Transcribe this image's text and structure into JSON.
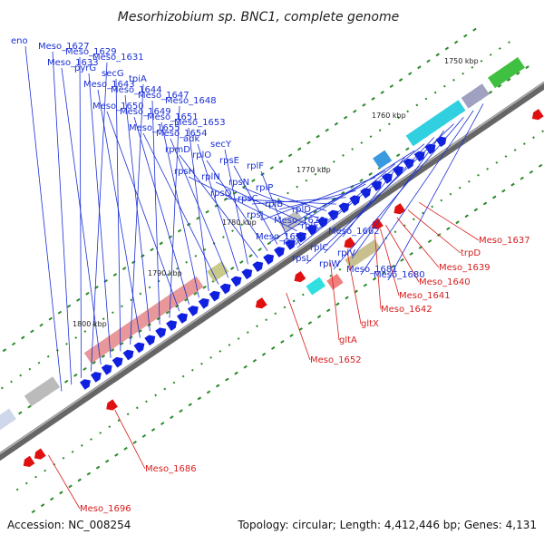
{
  "title": "Mesorhizobium sp. BNC1, complete genome",
  "footer": {
    "accession": "Accession: NC_008254",
    "topology": "Topology: circular; Length: 4,412,446 bp; Genes: 4,131"
  },
  "scale_labels": [
    "1750 kbp",
    "1760 kbp",
    "1770 kbp",
    "1780 kbp",
    "1790 kbp",
    "1800 kbp"
  ],
  "forward_gene_labels": [
    "eno",
    "Meso_1627",
    "Meso_1629",
    "Meso_1631",
    "Meso_1633",
    "pyrG",
    "secG",
    "tpiA",
    "Meso_1643",
    "Meso_1644",
    "Meso_1647",
    "Meso_1648",
    "Meso_1650",
    "Meso_1649",
    "Meso_1651",
    "Meso_1653",
    "Meso_1655",
    "Meso_1654",
    "adk",
    "secY",
    "rpmD",
    "rplO",
    "rpsE",
    "rplF",
    "rpsH",
    "rplN",
    "rpsN",
    "rplP",
    "rpsQ",
    "rpsC",
    "rplB",
    "rplD",
    "rpsJ",
    "Meso_1670",
    "rplE",
    "Meso_1662",
    "Meso_1674",
    "rplX",
    "rplC",
    "rplV",
    "rpsL",
    "rplW",
    "Meso_1681",
    "Meso_1680"
  ],
  "reverse_gene_labels": [
    "Meso_1637",
    "trpD",
    "Meso_1639",
    "Meso_1640",
    "Meso_1641",
    "Meso_1642",
    "gltX",
    "gltA",
    "Meso_1652",
    "Meso_1686",
    "Meso_1696"
  ],
  "colors": {
    "forward_label": "#1a2fd6",
    "reverse_label": "#d81c1c",
    "forward_gene": "#1020e0",
    "reverse_gene": "#e01010",
    "backbone": "#555555",
    "tick": "#2a8a2a"
  }
}
